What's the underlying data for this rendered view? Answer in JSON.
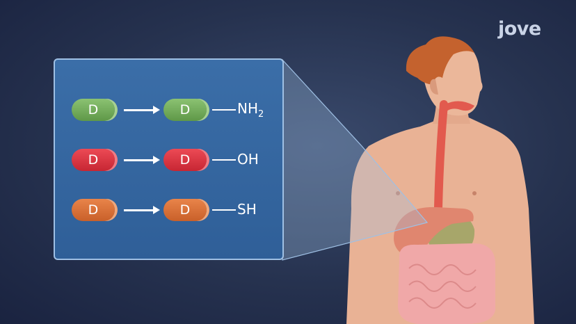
{
  "brand": {
    "logo_text": "jove"
  },
  "reactions": [
    {
      "substrate_label": "D",
      "product_label": "D",
      "group": "NH",
      "group_subscript": "2",
      "color": "#6fa958"
    },
    {
      "substrate_label": "D",
      "product_label": "D",
      "group": "OH",
      "group_subscript": "",
      "color": "#d9323e"
    },
    {
      "substrate_label": "D",
      "product_label": "D",
      "group": "SH",
      "group_subscript": "",
      "color": "#dc7139"
    }
  ]
}
